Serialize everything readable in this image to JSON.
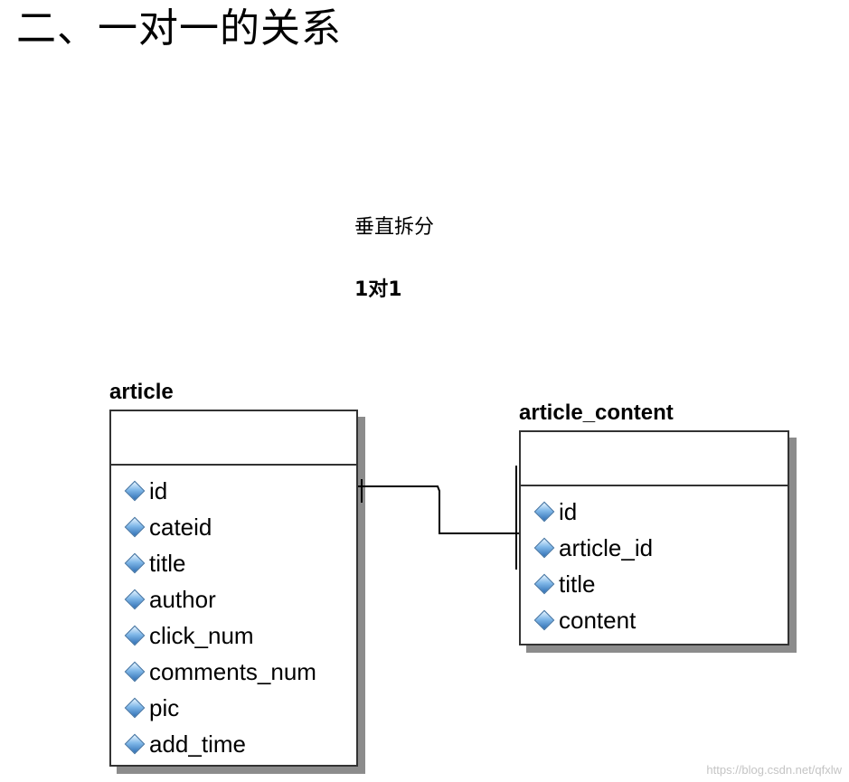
{
  "heading": "二、一对一的关系",
  "notes": {
    "split": "垂直拆分",
    "relation": "1对1"
  },
  "entities": [
    {
      "name": "article",
      "fields": [
        "id",
        "cateid",
        "title",
        "author",
        "click_num",
        "comments_num",
        "pic",
        "add_time"
      ]
    },
    {
      "name": "article_content",
      "fields": [
        "id",
        "article_id",
        "title",
        "content"
      ]
    }
  ],
  "icons": {
    "field": "key-diamond-icon"
  },
  "colors": {
    "shadow": "#8c8c8c",
    "icon": "#6aa8e0",
    "line": "#000000"
  },
  "watermark": "https://blog.csdn.net/qfxlw"
}
